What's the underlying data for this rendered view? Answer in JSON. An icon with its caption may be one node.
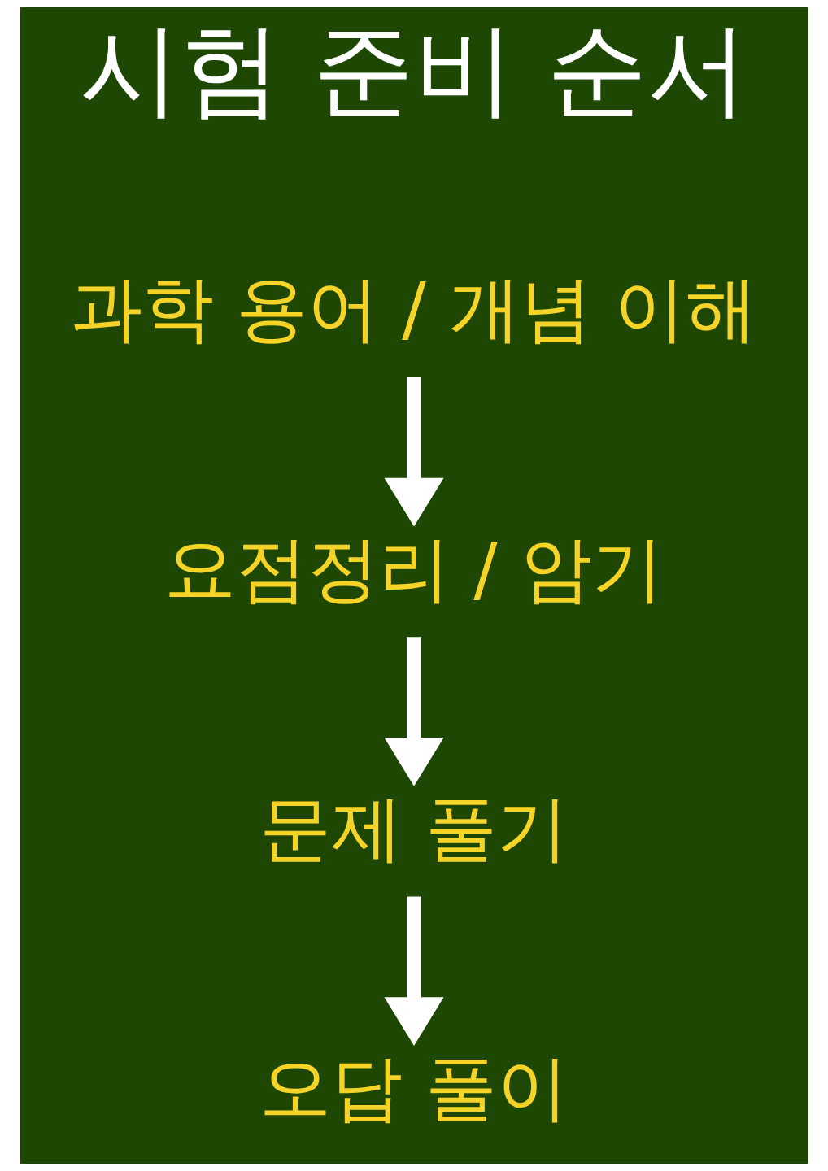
{
  "diagram": {
    "title": "시험 준비 순서",
    "nodes": [
      {
        "text": [
          "과학 용어 / 개념 이해"
        ]
      },
      {
        "text": [
          "요점정리 / 암기"
        ]
      },
      {
        "text": [
          "문제 풀기"
        ]
      },
      {
        "text": [
          "오답 풀이"
        ]
      }
    ],
    "edges": [
      {
        "from": 0,
        "to": 1,
        "arrow": "to"
      },
      {
        "from": 1,
        "to": 2,
        "arrow": "to"
      },
      {
        "from": 2,
        "to": 3,
        "arrow": "to"
      }
    ]
  }
}
